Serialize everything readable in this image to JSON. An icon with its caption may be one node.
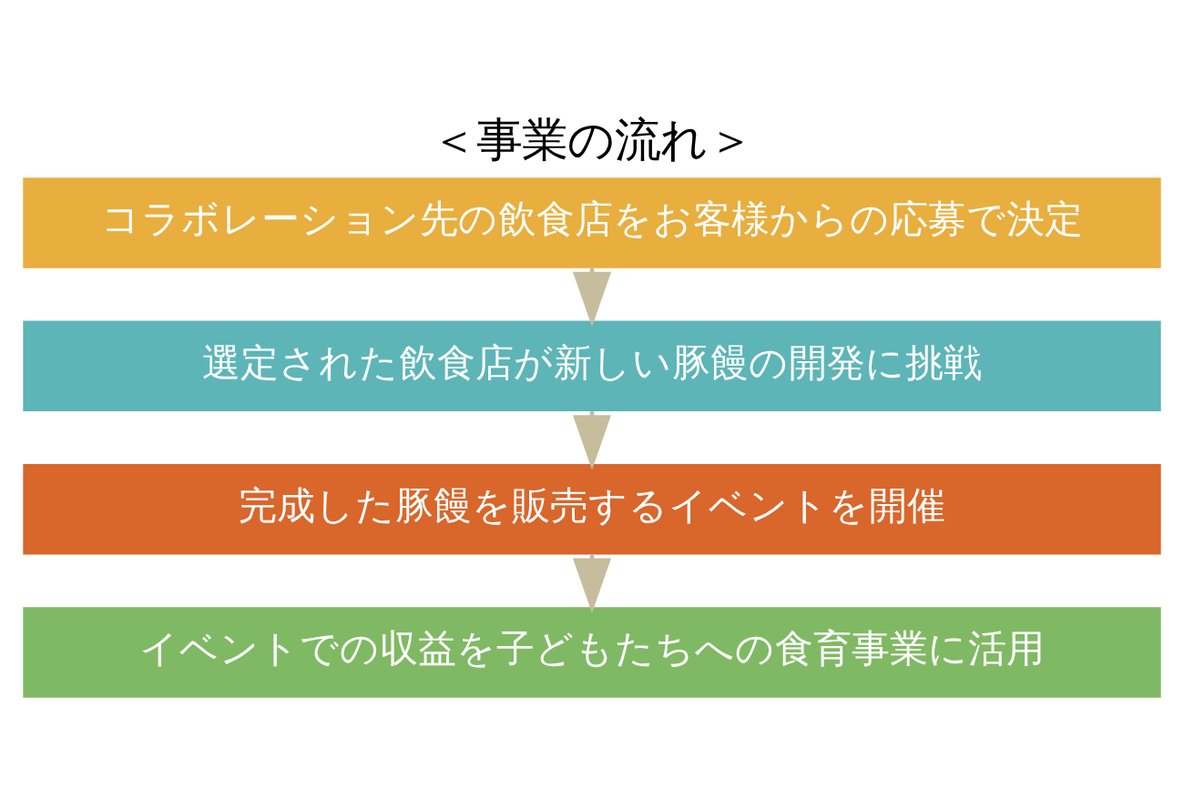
{
  "diagram": {
    "title": "＜事業の流れ＞",
    "nodes": [
      {
        "text": [
          "コラボレーション先の飲食店をお客様からの応募で決定"
        ]
      },
      {
        "text": [
          "選定された飲食店が新しい豚饅の開発に挑戦"
        ]
      },
      {
        "text": [
          "完成した豚饅を販売するイベントを開催"
        ]
      },
      {
        "text": [
          "イベントでの収益を子どもたちへの食育事業に活用"
        ]
      }
    ],
    "edges": [
      {
        "from": 0,
        "to": 1,
        "arrow": "to"
      },
      {
        "from": 1,
        "to": 2,
        "arrow": "to"
      },
      {
        "from": 2,
        "to": 3,
        "arrow": "to"
      }
    ]
  }
}
